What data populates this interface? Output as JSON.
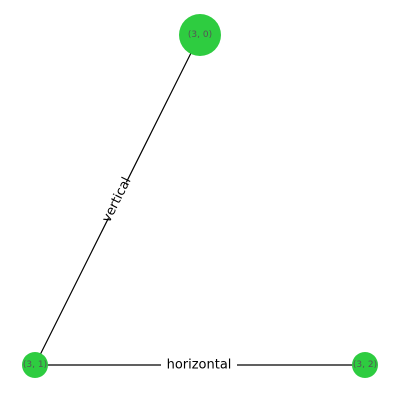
{
  "graph": {
    "node_color": "#2ecc40",
    "edge_color": "#000000",
    "nodes": [
      {
        "id": "n30",
        "label": "(3, 0)"
      },
      {
        "id": "n31",
        "label": "(3, 1)"
      },
      {
        "id": "n32",
        "label": "(3, 2)"
      }
    ],
    "edges": [
      {
        "from": "n30",
        "to": "n31",
        "label": "vertical"
      },
      {
        "from": "n31",
        "to": "n32",
        "label": "horizontal"
      }
    ]
  }
}
